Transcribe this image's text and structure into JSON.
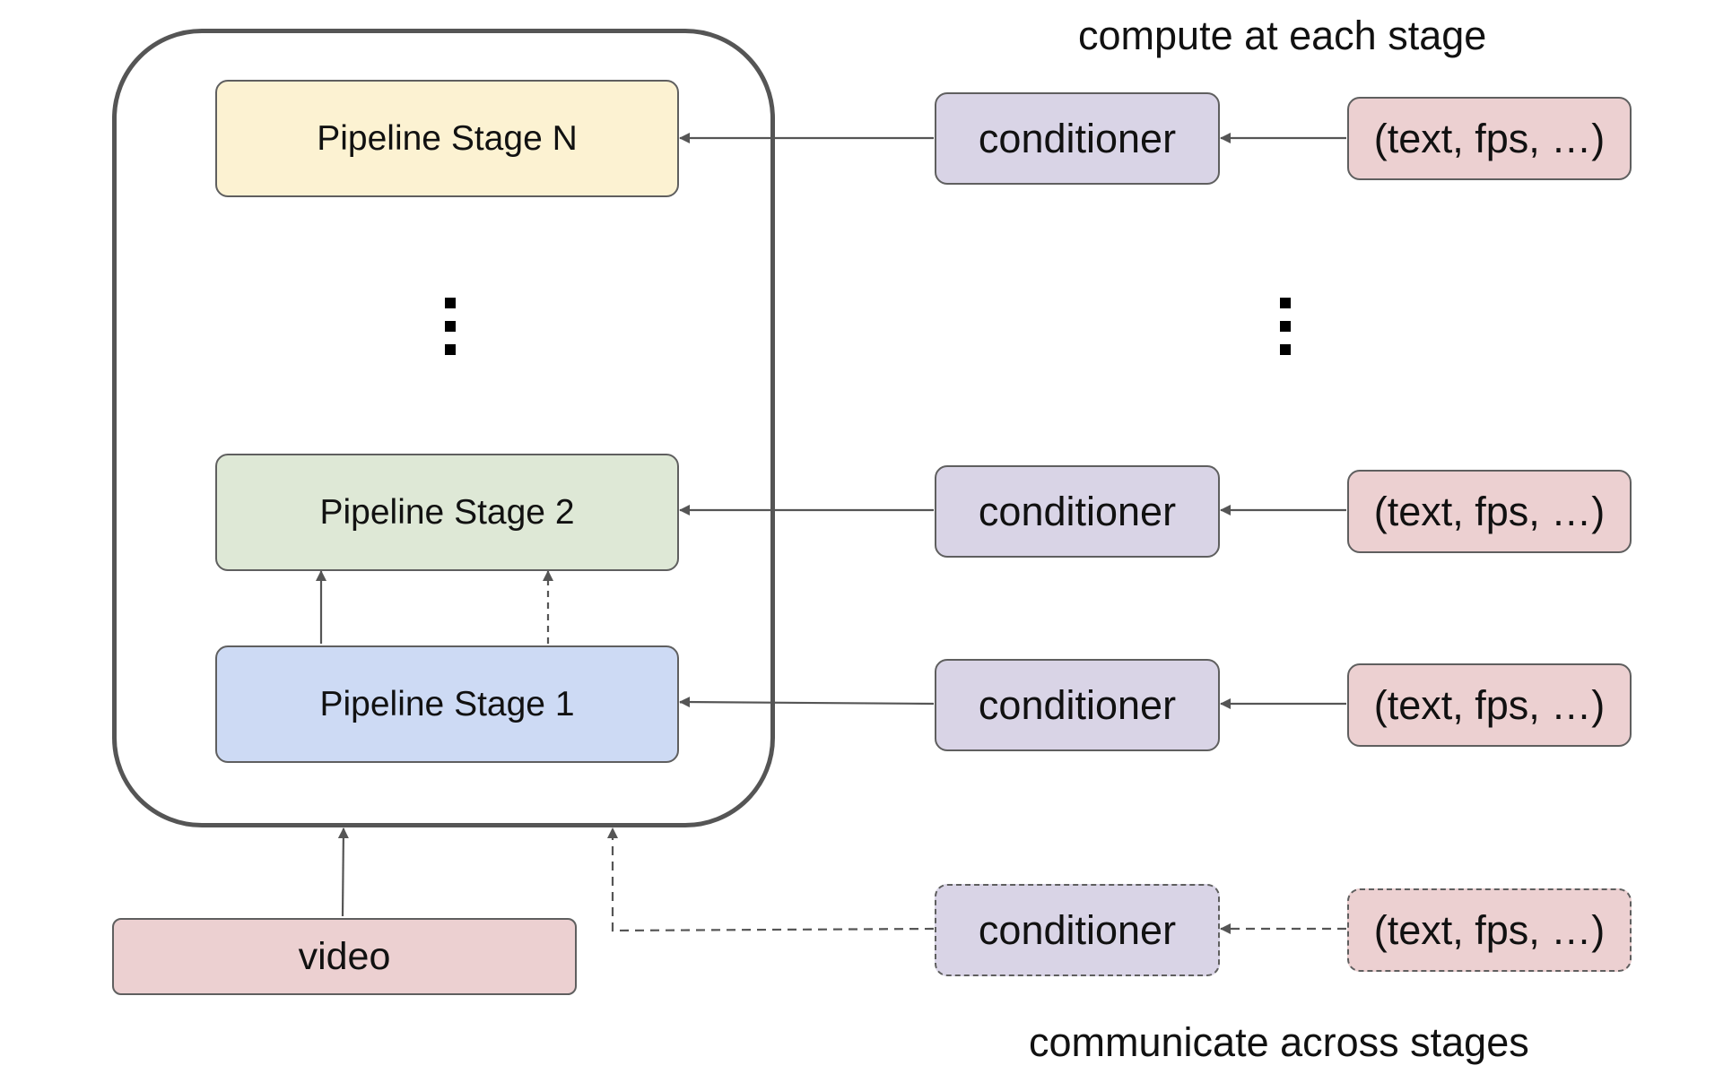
{
  "captions": {
    "top": "compute at each stage",
    "bottom": "communicate across stages"
  },
  "stages": {
    "n": "Pipeline Stage N",
    "two": "Pipeline Stage 2",
    "one": "Pipeline Stage 1"
  },
  "conditioner_label": "conditioner",
  "inputs_label": "(text, fps, …)",
  "video_label": "video",
  "colors": {
    "stage_n": "#fcf2d2",
    "stage_2": "#dee8d6",
    "stage_1": "#cddaf4",
    "conditioner": "#d9d4e6",
    "inputs": "#ecd0d1",
    "lines": "#555555"
  }
}
